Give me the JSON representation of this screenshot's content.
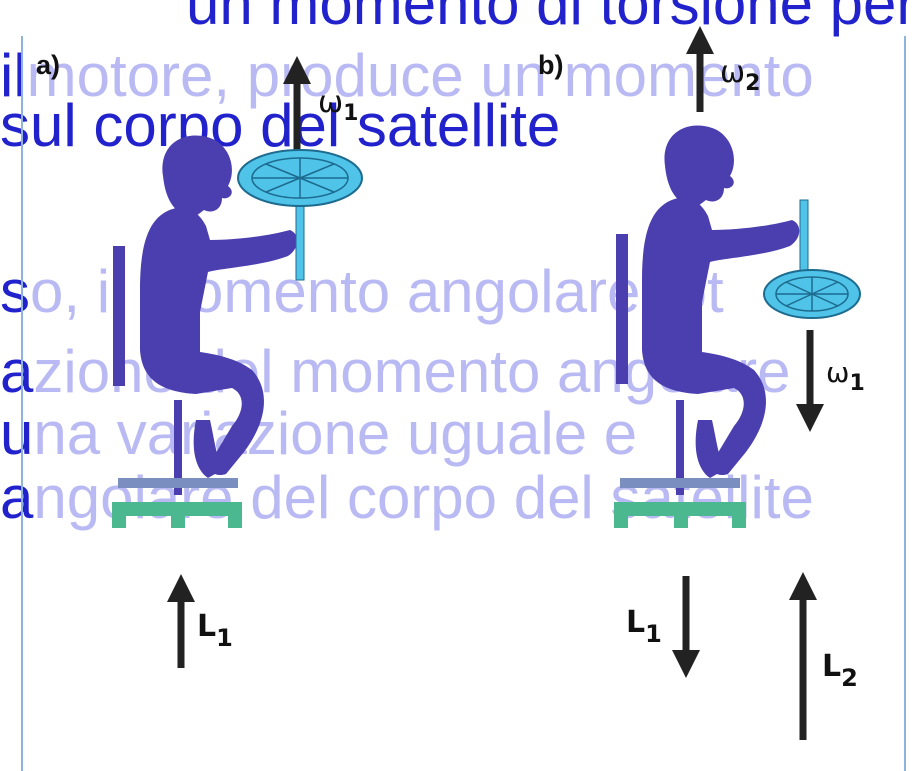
{
  "background_text": {
    "line1": "un momento di torsione per",
    "line2_prefix": "il",
    "line2_rest": "motore, produce un momento",
    "line3_prefix": "s",
    "line3_rest": "ul corpo del satellite",
    "line4_prefix": "s",
    "line4_rest": "o, il momento angolare tot",
    "line5_prefix": "a",
    "line5_rest": "zione del momento angolare",
    "line6_prefix": "u",
    "line6_rest": "na variazione uguale e",
    "line7_prefix": "a",
    "line7_rest": "ngolare del corpo del satellite"
  },
  "panels": {
    "a": {
      "label": "a)",
      "omega_symbol": "ω",
      "omega_sub": "1",
      "L_symbol": "L",
      "L_sub": "1"
    },
    "b": {
      "label": "b)",
      "omega2_symbol": "ω",
      "omega2_sub": "2",
      "omega1_symbol": "ω",
      "omega1_sub": "1",
      "L1_symbol": "L",
      "L1_sub": "1",
      "L2_symbol": "L",
      "L2_sub": "2"
    }
  },
  "colors": {
    "ghost_text": "#b9b9f4",
    "strong_text": "#2222cc",
    "figure": "#4b3fb0",
    "wheel": "#4fc3e8",
    "chair_base": "#4cb88f",
    "arrow": "#222222",
    "frame": "#8fb3e0"
  }
}
